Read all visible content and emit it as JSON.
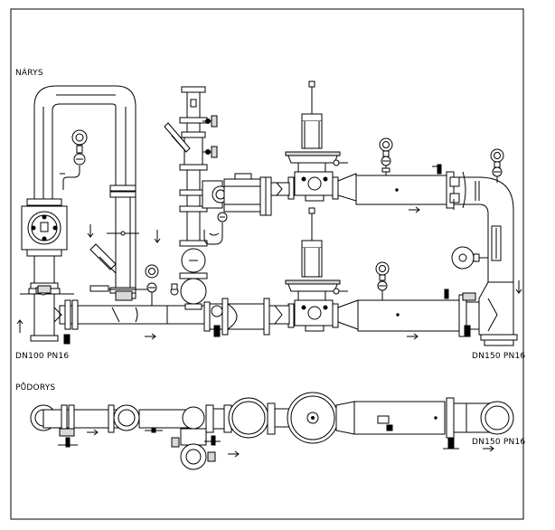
{
  "labels": {
    "plan_view": "NÁRYS",
    "floor_plan": "PŮDORYS",
    "inlet_size": "DN100 PN16",
    "outlet_size": "DN150 PN16",
    "plan_outlet_size": "DN150 PN16"
  }
}
